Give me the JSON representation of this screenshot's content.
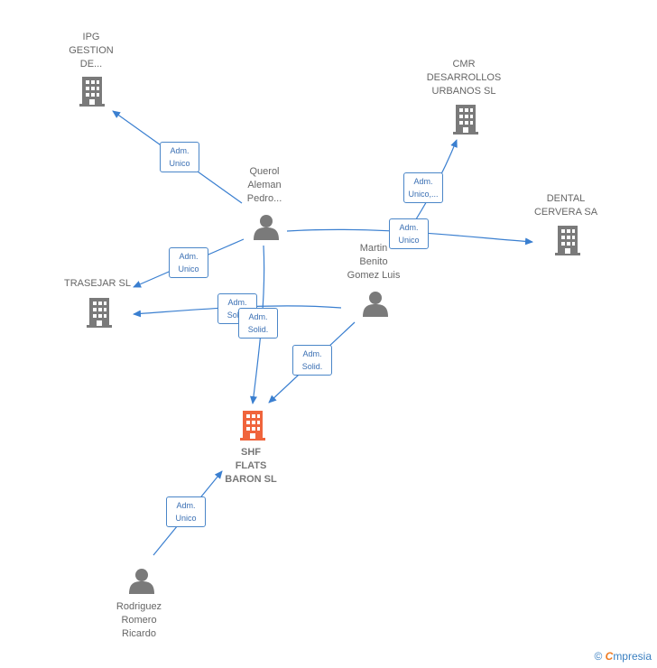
{
  "colors": {
    "edge": "#3a7fd0",
    "company": "#7a7a7a",
    "main_company": "#f0643c",
    "person": "#7a7a7a"
  },
  "nodes": {
    "ipg": {
      "lines": [
        "IPG",
        "GESTION",
        "DE..."
      ],
      "type": "company"
    },
    "cmr": {
      "lines": [
        "CMR",
        "DESARROLLOS",
        "URBANOS  SL"
      ],
      "type": "company"
    },
    "dental": {
      "lines": [
        "DENTAL",
        "CERVERA SA"
      ],
      "type": "company"
    },
    "trasejar": {
      "lines": [
        "TRASEJAR SL"
      ],
      "type": "company"
    },
    "shf": {
      "lines": [
        "SHF",
        "FLATS",
        "BARON  SL"
      ],
      "type": "main_company"
    },
    "querol": {
      "lines": [
        "Querol",
        "Aleman",
        "Pedro..."
      ],
      "type": "person"
    },
    "martin": {
      "lines": [
        "Martin",
        "Benito",
        "Gomez Luis"
      ],
      "type": "person"
    },
    "rodriguez": {
      "lines": [
        "Rodriguez",
        "Romero",
        "Ricardo"
      ],
      "type": "person"
    }
  },
  "edges": [
    {
      "id": "querol-ipg",
      "lines": [
        "Adm.",
        "Unico"
      ]
    },
    {
      "id": "querol-trasejar",
      "lines": [
        "Adm.",
        "Unico"
      ]
    },
    {
      "id": "martin-cmr",
      "lines": [
        "Adm.",
        "Unico,..."
      ]
    },
    {
      "id": "querol-dental",
      "lines": [
        "Adm.",
        "Unico"
      ]
    },
    {
      "id": "martin-trasejar",
      "lines": [
        "Adm.",
        "Solid."
      ]
    },
    {
      "id": "querol-shf",
      "lines": [
        "Adm.",
        "Solid."
      ]
    },
    {
      "id": "martin-shf",
      "lines": [
        "Adm.",
        "Solid."
      ]
    },
    {
      "id": "rodriguez-shf",
      "lines": [
        "Adm.",
        "Unico"
      ]
    }
  ],
  "footer": {
    "copyright": "©",
    "brand_first": "C",
    "brand_rest": "mpresia"
  }
}
